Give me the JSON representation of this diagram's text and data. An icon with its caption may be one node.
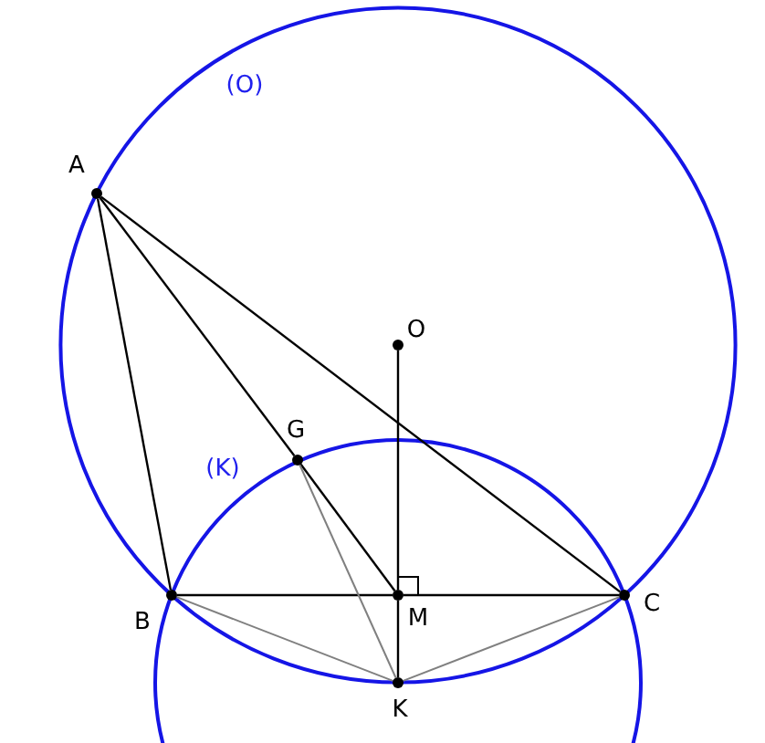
{
  "diagram": {
    "nodes": [
      {
        "text": [],
        "shape": "circle",
        "beside": [
          "A"
        ]
      },
      {
        "text": [],
        "shape": "circle",
        "beside": [
          "O"
        ]
      },
      {
        "text": [],
        "shape": "circle",
        "beside": [
          "G"
        ]
      },
      {
        "text": [],
        "shape": "circle",
        "beside": [
          "B"
        ]
      },
      {
        "text": [],
        "shape": "circle",
        "beside": [
          "M"
        ]
      },
      {
        "text": [],
        "shape": "circle",
        "beside": [
          "C"
        ]
      },
      {
        "text": [],
        "shape": "circle",
        "beside": [
          "K"
        ]
      }
    ],
    "edges": [
      {
        "from": 0,
        "to": 3,
        "arrow": "none"
      },
      {
        "from": 0,
        "to": 5,
        "arrow": "none"
      },
      {
        "from": 0,
        "to": 2,
        "arrow": "none"
      },
      {
        "from": 2,
        "to": 4,
        "arrow": "none"
      },
      {
        "from": 3,
        "to": 4,
        "arrow": "none"
      },
      {
        "from": 4,
        "to": 5,
        "arrow": "none"
      },
      {
        "from": 1,
        "to": 4,
        "arrow": "none"
      },
      {
        "from": 4,
        "to": 6,
        "arrow": "none"
      },
      {
        "from": 3,
        "to": 6,
        "arrow": "none",
        "color": "#808080"
      },
      {
        "from": 5,
        "to": 6,
        "arrow": "none",
        "color": "#808080"
      },
      {
        "from": 2,
        "to": 6,
        "arrow": "none",
        "color": "#808080"
      }
    ],
    "labels": [
      "(O)",
      "(K)"
    ]
  }
}
